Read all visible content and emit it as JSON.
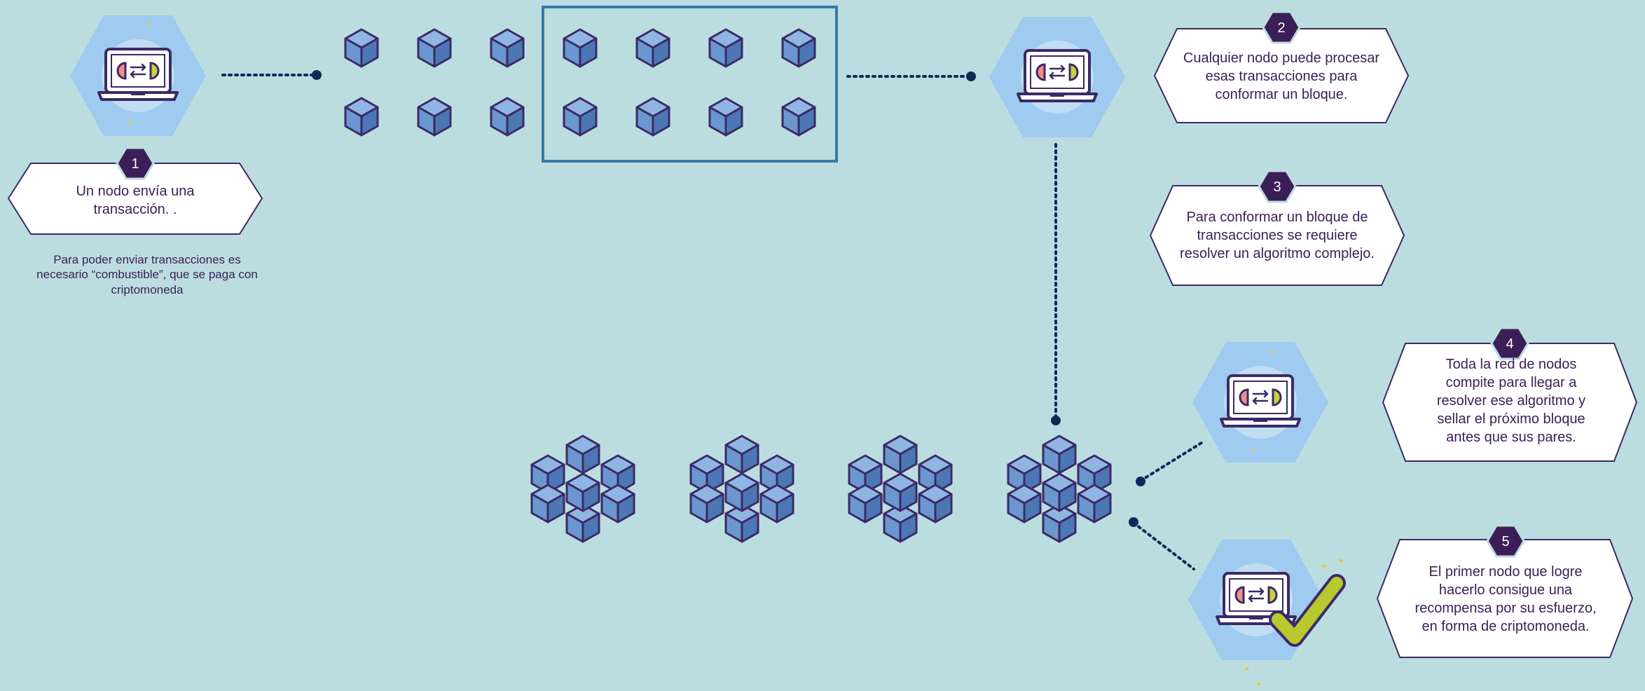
{
  "colors": {
    "background": "#bcdde0",
    "hex_light": "#9ecbef",
    "cube_face": "#6a97cf",
    "cube_top": "#8fb6e3",
    "cube_dark": "#4b78b4",
    "outline": "#3b2a66",
    "badge": "#3b1e58",
    "connector": "#0b2a57",
    "frame": "#3a78a8",
    "check": "#b7c92f",
    "sparkle": "#e8c83a"
  },
  "steps": [
    {
      "number": "1",
      "text": "Un nodo envía una transacción. ."
    },
    {
      "number": "2",
      "text": "Cualquier nodo puede procesar esas transacciones para conformar un bloque."
    },
    {
      "number": "3",
      "text": "Para conformar un bloque de transacciones se requiere resolver un algoritmo complejo."
    },
    {
      "number": "4",
      "text": "Toda la red de nodos compite para llegar a resolver ese algoritmo y sellar el próximo bloque antes que sus pares."
    },
    {
      "number": "5",
      "text": "El primer nodo que logre hacerlo consigue una recompensa por su esfuerzo, en forma de criptomoneda."
    }
  ],
  "note": "Para poder enviar transacciones es necesario “combustible”, que se paga con criptomoneda",
  "icons": {
    "node": "laptop-exchange-icon",
    "transaction": "cube-icon",
    "block": "cube-cluster-icon",
    "winner": "checkmark-icon"
  }
}
